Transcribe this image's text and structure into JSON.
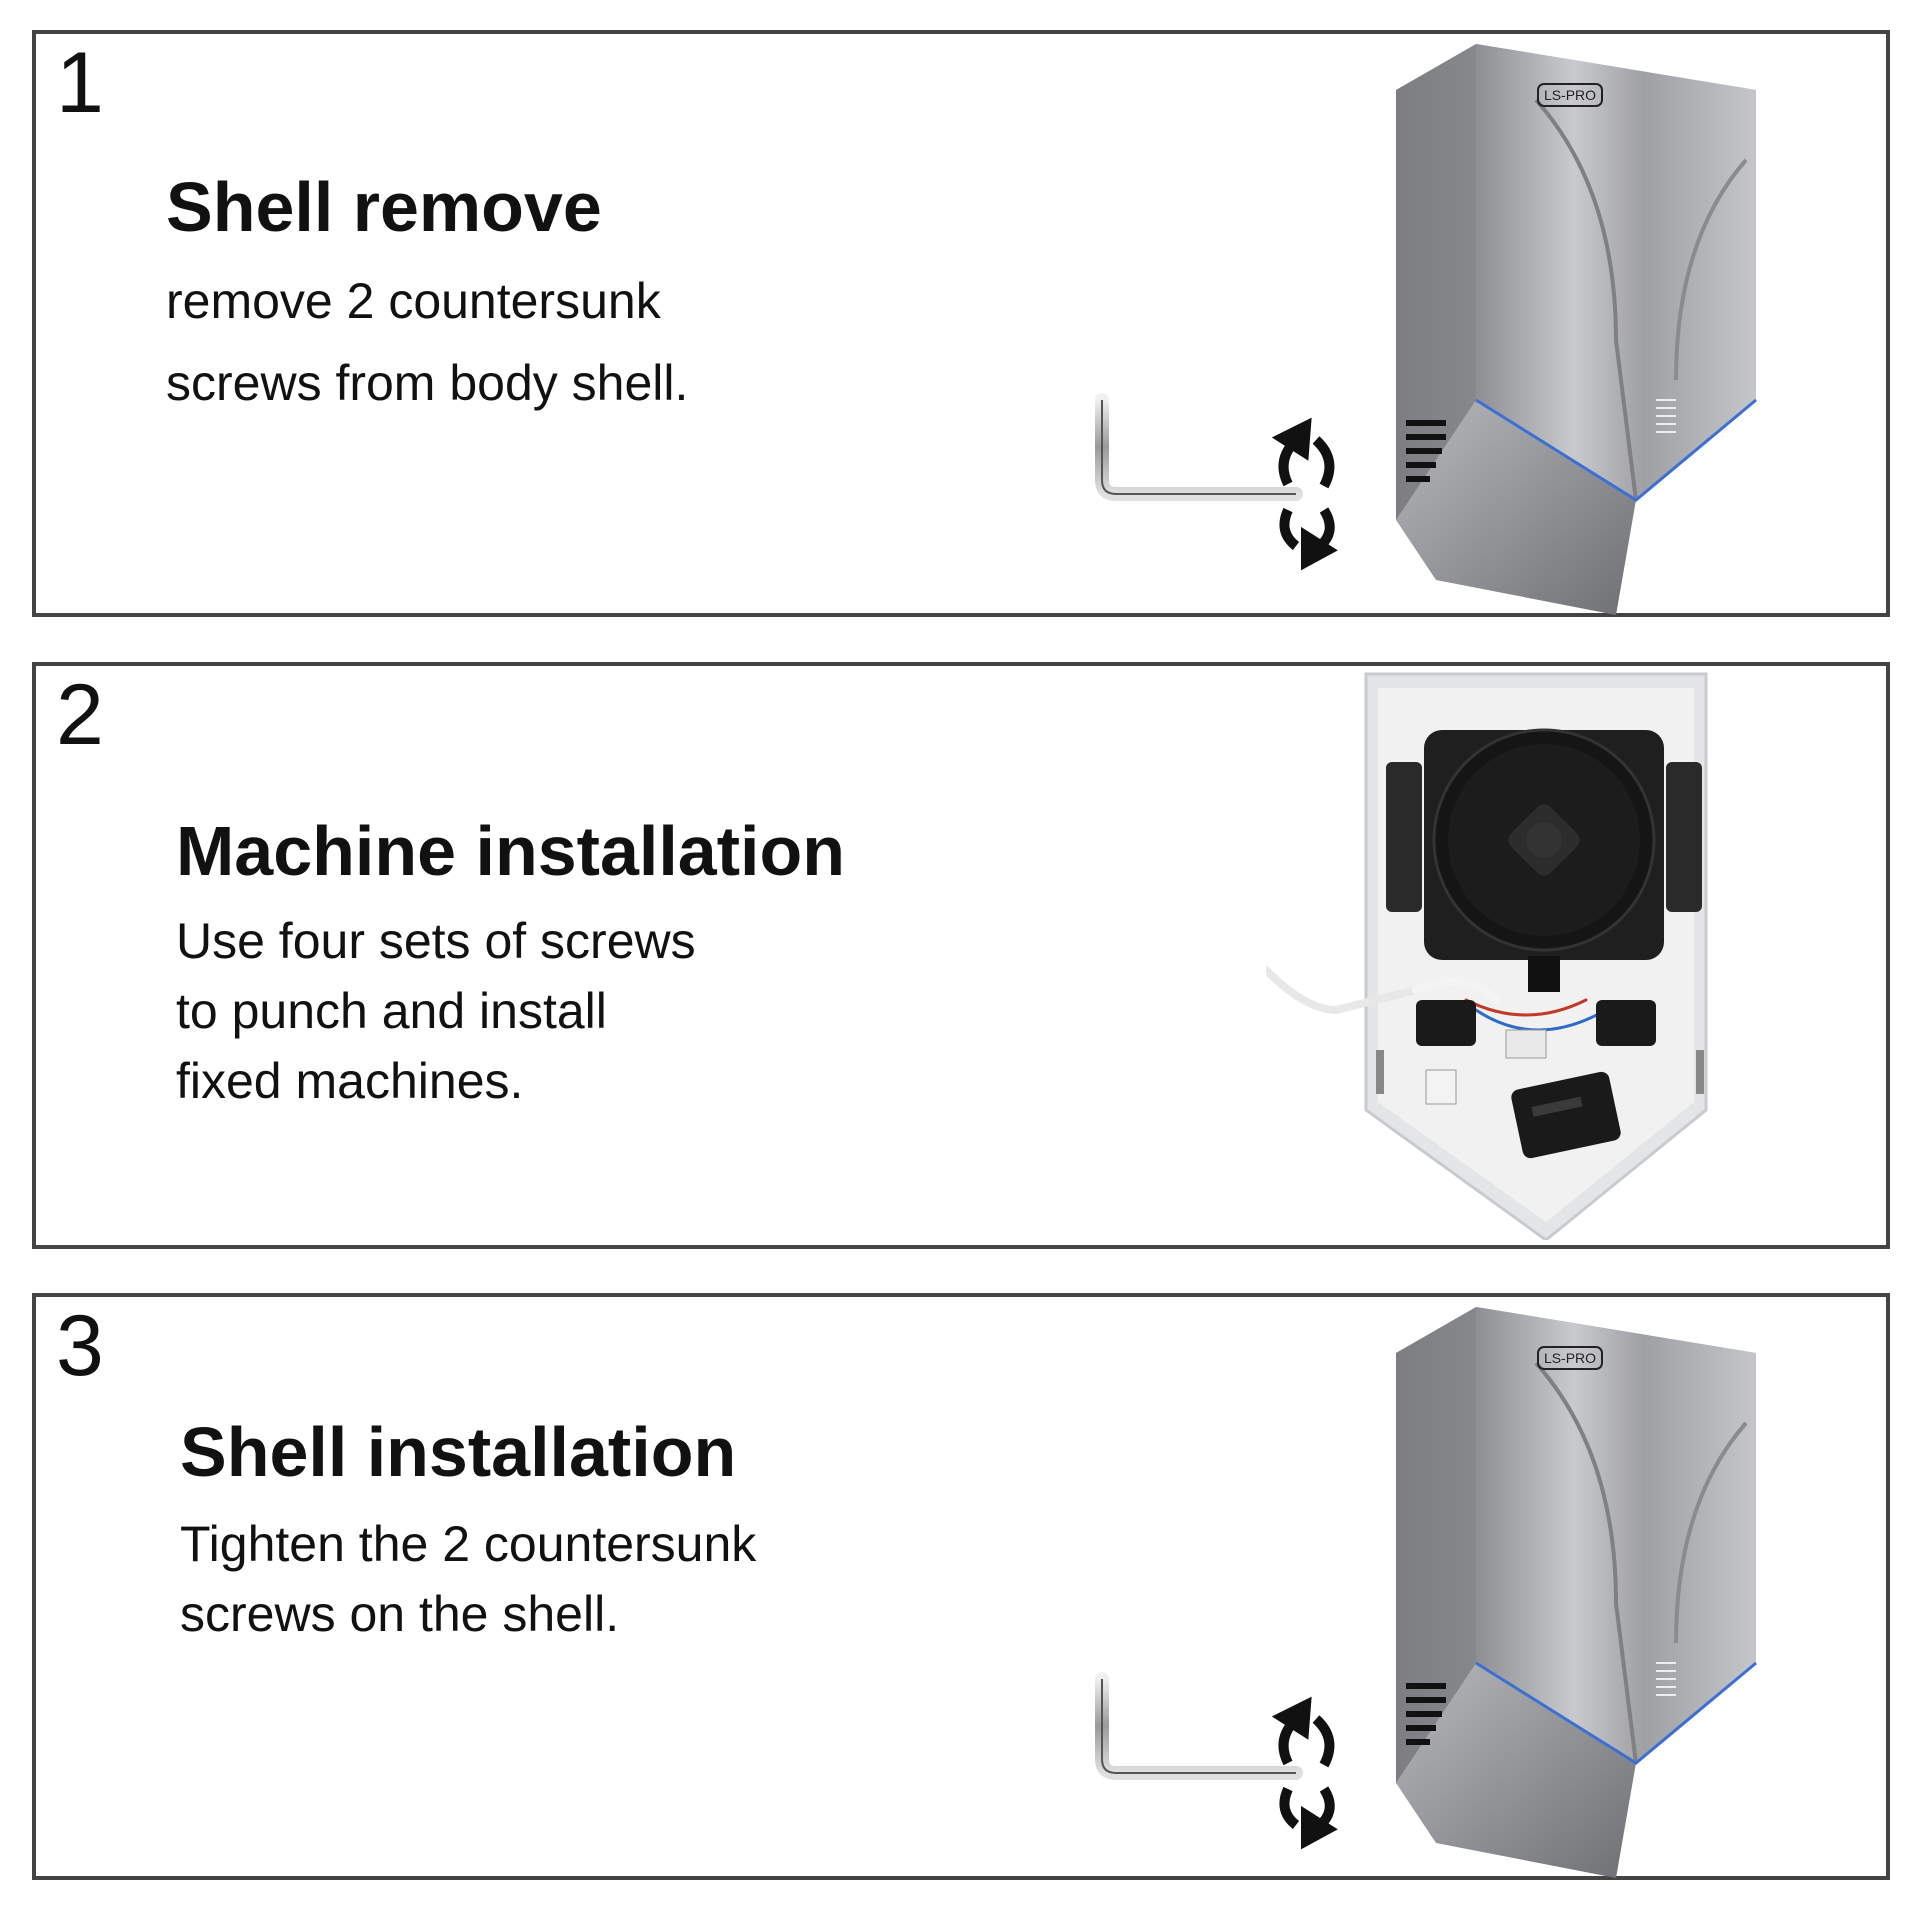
{
  "steps": [
    {
      "number": "1",
      "title": "Shell remove",
      "body": "remove 2 countersunk\nscrews from body shell.",
      "brand_logo": "LS-PRO",
      "illustration": "hand-dryer-with-hex-key"
    },
    {
      "number": "2",
      "title": "Machine installation",
      "body": "Use four sets of screws\nto punch and install\nfixed machines.",
      "illustration": "open-dryer-internals"
    },
    {
      "number": "3",
      "title": "Shell installation",
      "body": "Tighten the 2 countersunk\nscrews on the shell.",
      "brand_logo": "LS-PRO",
      "illustration": "hand-dryer-with-hex-key"
    }
  ],
  "colors": {
    "border": "#444444",
    "shell": "#a9aaae",
    "accent_line": "#3b6fd4",
    "motor": "#1a1a1a"
  }
}
